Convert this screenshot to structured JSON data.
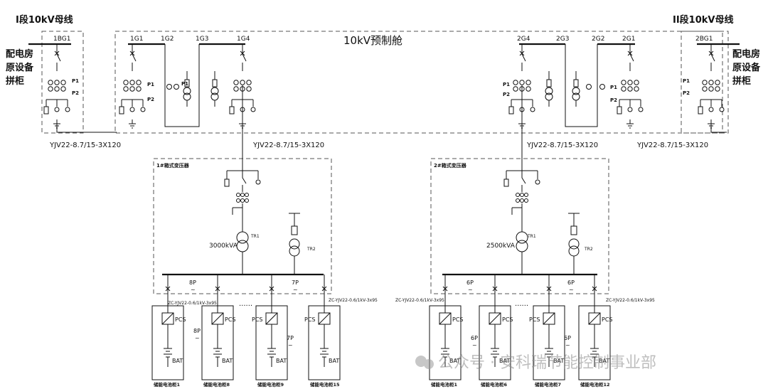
{
  "labels": {
    "bus_left": "I段10kV母线",
    "bus_right": "II段10kV母线",
    "prefab_cabin": "10kV预制舱",
    "old_cabinet_left": [
      "配电房",
      "原设备",
      "拼柜"
    ],
    "old_cabinet_right": [
      "配电房",
      "原设备",
      "拼柜"
    ],
    "p1": "P1",
    "p2": "P2"
  },
  "cabinets": {
    "left": [
      "1BG1",
      "1G1",
      "1G2",
      "1G3",
      "1G4"
    ],
    "right": [
      "2G4",
      "2G3",
      "2G2",
      "2G1",
      "2BG1"
    ]
  },
  "cables": {
    "c1": "YJV22-8.7/15-3X120",
    "c2": "YJV22-8.7/15-3X120",
    "c3": "YJV22-8.7/15-3X120",
    "c4": "YJV22-8.7/15-3X120"
  },
  "transformers": {
    "t1": {
      "label": "1#箱式变压器",
      "rating": "3000kVA",
      "tr1": "TR1",
      "tr2": "TR2",
      "left_p": "8P",
      "right_p": "7P",
      "cable": "ZC-YJV22-0.6/1kV-3x95"
    },
    "t2": {
      "label": "2#箱式变压器",
      "rating": "2500kVA",
      "tr1": "TR1",
      "tr2": "TR2",
      "left_p": "6P",
      "right_p": "6P",
      "cable": "ZC-YJV22-0.6/1kV-3x95"
    }
  },
  "units": {
    "pcs": "PCS",
    "bat": "BAT",
    "tilde": "~",
    "dots": "......",
    "mid_p_left": "8P",
    "mid_p_left2": "7P",
    "mid_p_right": "6P",
    "mid_p_right2": "6P",
    "left": [
      "储能电池柜1",
      "储能电池柜8",
      "储能电池柜9",
      "储能电池柜15"
    ],
    "right": [
      "储能电池柜1",
      "储能电池柜6",
      "储能电池柜7",
      "储能电池柜12"
    ]
  },
  "watermark": "公众号 · 安科瑞节能控制事业部"
}
